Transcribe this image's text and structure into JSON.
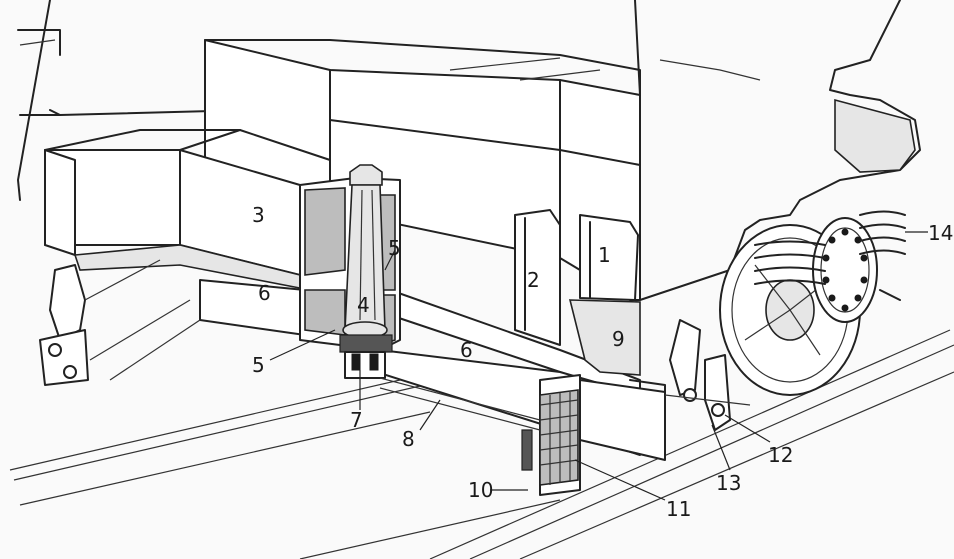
{
  "callouts": [
    {
      "id": "1",
      "text": "1"
    },
    {
      "id": "2",
      "text": "2"
    },
    {
      "id": "3",
      "text": "3"
    },
    {
      "id": "4",
      "text": "4"
    },
    {
      "id": "5a",
      "text": "5"
    },
    {
      "id": "5b",
      "text": "5"
    },
    {
      "id": "6a",
      "text": "6"
    },
    {
      "id": "6b",
      "text": "6"
    },
    {
      "id": "7",
      "text": "7"
    },
    {
      "id": "8",
      "text": "8"
    },
    {
      "id": "9",
      "text": "9"
    },
    {
      "id": "10",
      "text": "10"
    },
    {
      "id": "11",
      "text": "11"
    },
    {
      "id": "12",
      "text": "12"
    },
    {
      "id": "13",
      "text": "13"
    },
    {
      "id": "14",
      "text": "14"
    }
  ]
}
